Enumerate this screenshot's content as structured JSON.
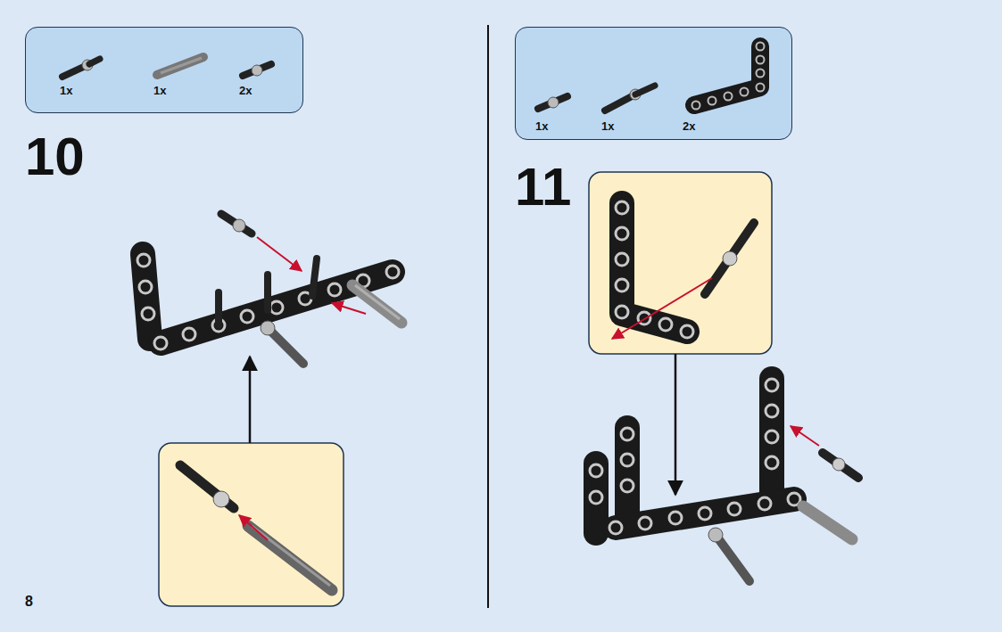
{
  "diagram": {
    "nodes": [
      {
        "text": [
          "1x",
          "1x",
          "2x"
        ]
      },
      {
        "text": [
          "1x",
          "1x",
          "2x"
        ]
      }
    ],
    "labels": [
      "10",
      "11",
      "8"
    ]
  }
}
